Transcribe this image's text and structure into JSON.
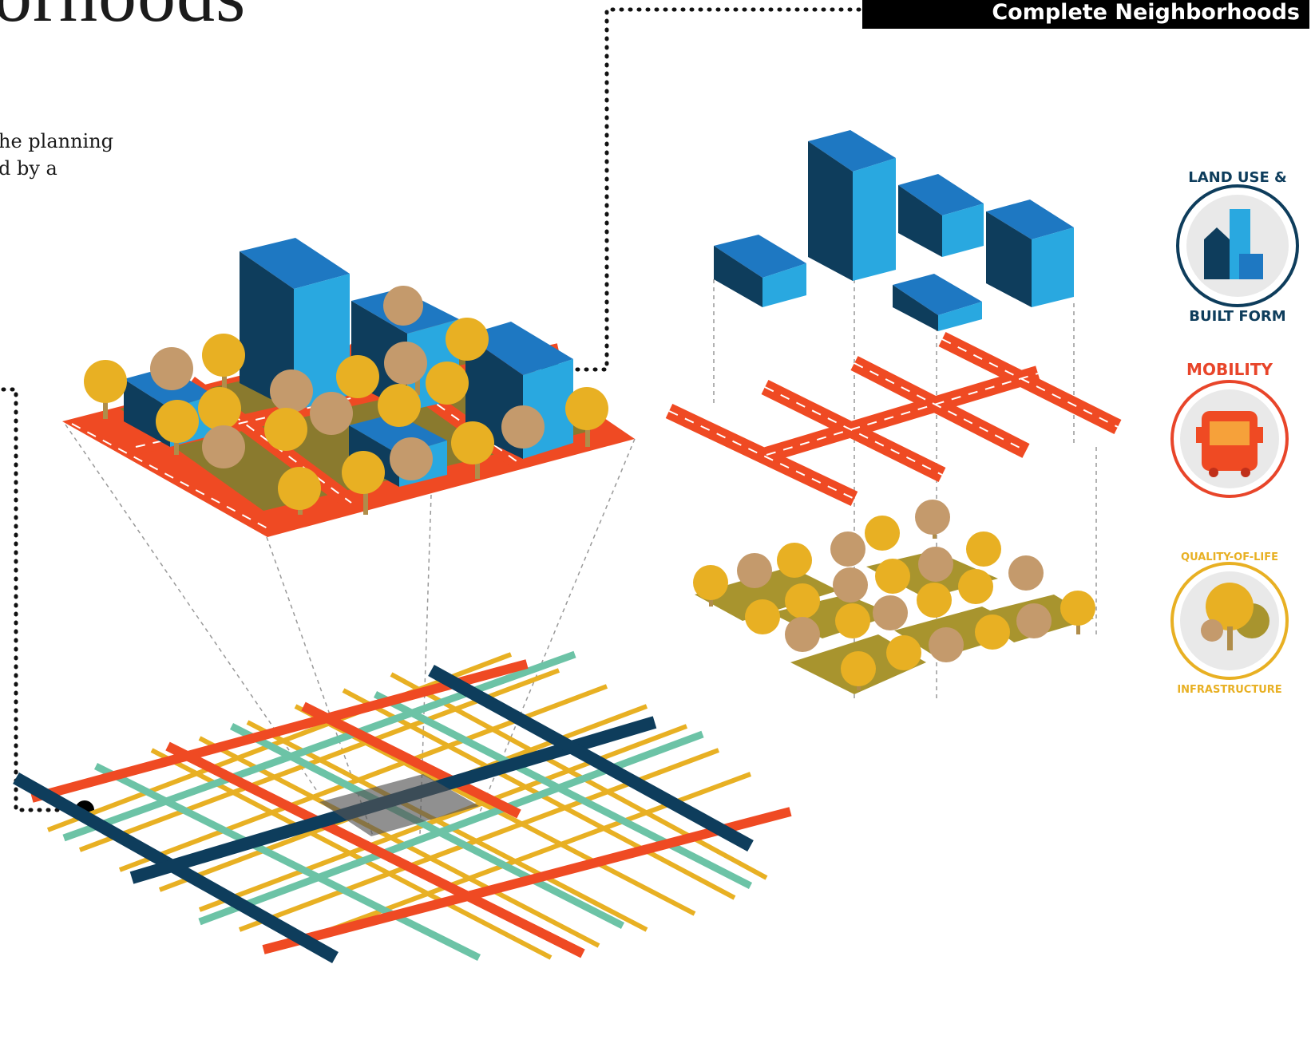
{
  "header": {
    "title_fragment": "orhoods",
    "intro_line1": "he planning",
    "intro_line2": "d by a",
    "section_label": "Complete Neighborhoods"
  },
  "badges": [
    {
      "top_text": "LAND USE &",
      "bottom_text": "BUILT FORM",
      "color": "#0e3d5c",
      "icon": "buildings-icon"
    },
    {
      "top_text": "MOBILITY",
      "bottom_text": "",
      "color": "#e8452a",
      "icon": "bus-icon"
    },
    {
      "top_text": "QUALITY-OF-LIFE",
      "bottom_text": "INFRASTRUCTURE",
      "color": "#e8b023",
      "icon": "trees-icon"
    }
  ],
  "colors": {
    "navy": "#0e3d5c",
    "blue": "#1e78c2",
    "light_blue": "#29a8e0",
    "road_red": "#ef4a23",
    "olive": "#8a7a2e",
    "tree_yellow": "#e8b023",
    "tree_tan": "#c49a6c",
    "mint": "#6cc3a6"
  }
}
